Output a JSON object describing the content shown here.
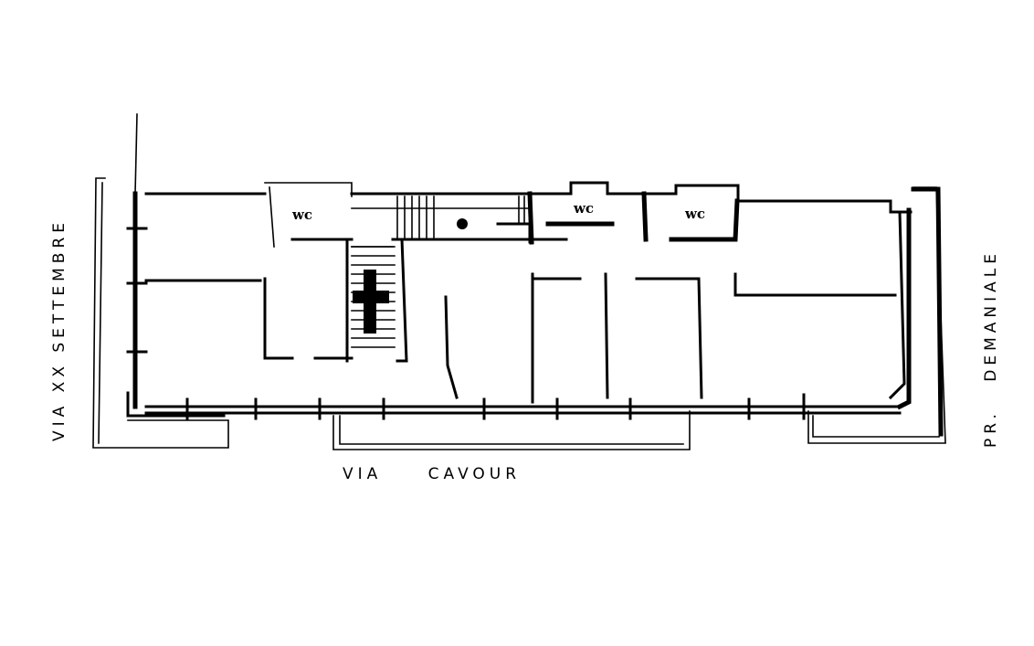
{
  "plan": {
    "street_left": "VIA XX SETTEMBRE",
    "street_bottom": "VIA CAVOUR",
    "street_right": "PR. DEMANIALE",
    "rooms": [
      {
        "label": "wc"
      },
      {
        "label": "wc"
      },
      {
        "label": "wc"
      }
    ]
  },
  "colors": {
    "ink": "#000000",
    "paper": "#ffffff"
  }
}
